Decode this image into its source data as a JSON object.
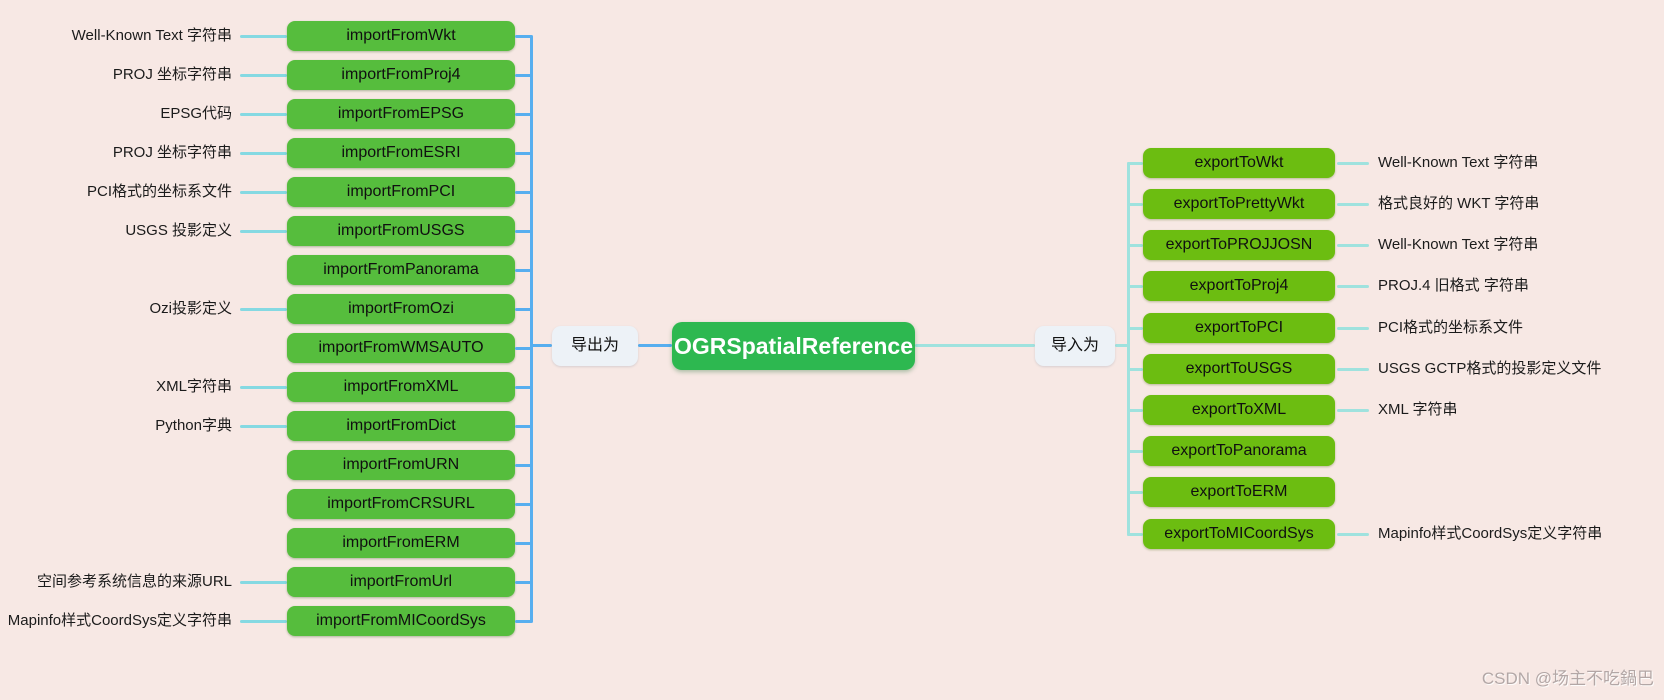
{
  "canvas": {
    "background_color": "#f7e8e4"
  },
  "center": {
    "label": "OGRSpatialReference",
    "node_color": "#2db850",
    "text_color": "#ffffff"
  },
  "left_branch": {
    "connector_label": "导出为",
    "branch_line_color": "#57aeef",
    "leaf_line_color": "#85d9e2",
    "node_color": "#56bd3d",
    "items": [
      {
        "method": "importFromWkt",
        "desc": "Well-Known Text 字符串"
      },
      {
        "method": "importFromProj4",
        "desc": "PROJ 坐标字符串"
      },
      {
        "method": "importFromEPSG",
        "desc": "EPSG代码"
      },
      {
        "method": "importFromESRI",
        "desc": "PROJ 坐标字符串"
      },
      {
        "method": "importFromPCI",
        "desc": "PCI格式的坐标系文件"
      },
      {
        "method": "importFromUSGS",
        "desc": "USGS 投影定义"
      },
      {
        "method": "importFromPanorama",
        "desc": ""
      },
      {
        "method": "importFromOzi",
        "desc": "Ozi投影定义"
      },
      {
        "method": "importFromWMSAUTO",
        "desc": ""
      },
      {
        "method": "importFromXML",
        "desc": "XML字符串"
      },
      {
        "method": "importFromDict",
        "desc": "Python字典"
      },
      {
        "method": "importFromURN",
        "desc": ""
      },
      {
        "method": "importFromCRSURL",
        "desc": ""
      },
      {
        "method": "importFromERM",
        "desc": ""
      },
      {
        "method": "importFromUrl",
        "desc": "空间参考系统信息的来源URL"
      },
      {
        "method": "importFromMICoordSys",
        "desc": "Mapinfo样式CoordSys定义字符串"
      }
    ]
  },
  "right_branch": {
    "connector_label": "导入为",
    "branch_line_color": "#9fe2de",
    "node_color": "#6cbd11",
    "items": [
      {
        "method": "exportToWkt",
        "desc": "Well-Known Text 字符串"
      },
      {
        "method": "exportToPrettyWkt",
        "desc": "格式良好的 WKT 字符串"
      },
      {
        "method": "exportToPROJJOSN",
        "desc": "Well-Known Text 字符串"
      },
      {
        "method": "exportToProj4",
        "desc": "PROJ.4 旧格式 字符串"
      },
      {
        "method": "exportToPCI",
        "desc": "PCI格式的坐标系文件"
      },
      {
        "method": "exportToUSGS",
        "desc": "USGS GCTP格式的投影定义文件"
      },
      {
        "method": "exportToXML",
        "desc": "XML 字符串"
      },
      {
        "method": "exportToPanorama",
        "desc": ""
      },
      {
        "method": "exportToERM",
        "desc": ""
      },
      {
        "method": "exportToMICoordSys",
        "desc": "Mapinfo样式CoordSys定义字符串"
      }
    ]
  },
  "watermark": "CSDN @场主不吃鍋巴"
}
